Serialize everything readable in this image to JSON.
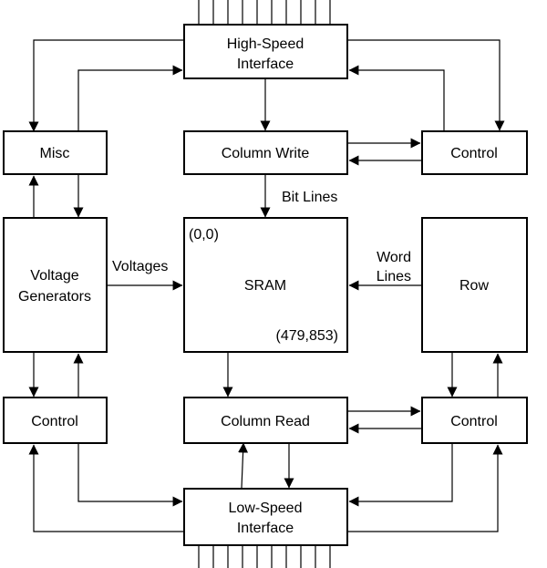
{
  "blocks": {
    "high_speed_interface": [
      "High-Speed",
      "Interface"
    ],
    "misc": "Misc",
    "column_write": "Column Write",
    "control_top_right": "Control",
    "voltage_generators": [
      "Voltage",
      "Generators"
    ],
    "sram": "SRAM",
    "sram_origin": "(0,0)",
    "sram_extent": "(479,853)",
    "row": "Row",
    "control_bottom_left": "Control",
    "column_read": "Column Read",
    "control_bottom_right": "Control",
    "low_speed_interface": [
      "Low-Speed",
      "Interface"
    ]
  },
  "signals": {
    "bit_lines": "Bit Lines",
    "voltages": "Voltages",
    "word_lines": [
      "Word",
      "Lines"
    ]
  }
}
